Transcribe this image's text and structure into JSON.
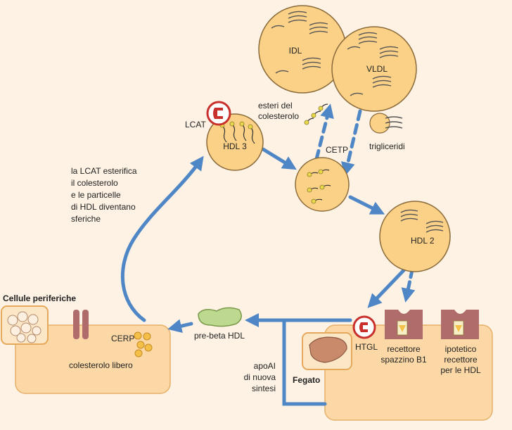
{
  "labels": {
    "idl": "IDL",
    "vldl": "VLDL",
    "esteri_line1": "esteri del",
    "esteri_line2": "colesterolo",
    "trigliceridi": "trigliceridi",
    "cetp": "CETP",
    "lcat": "LCAT",
    "hdl3": "HDL 3",
    "hdl2": "HDL 2",
    "lcat_note": [
      "la LCAT esterifica",
      "il colesterolo",
      "e le particelle",
      "di HDL diventano",
      "sferiche"
    ],
    "cellule_periferiche": "Cellule periferiche",
    "cerp": "CERP",
    "colesterolo_libero": "colesterolo libero",
    "pre_beta_hdl": "pre-beta HDL",
    "apoai": [
      "apoAI",
      "di nuova",
      "sintesi"
    ],
    "fegato": "Fegato",
    "htgl": "HTGL",
    "recettore_b1": [
      "recettore",
      "spazzino B1"
    ],
    "recettore_hdl": [
      "ipotetico",
      "recettore",
      "per le HDL"
    ]
  },
  "colors": {
    "background": "#fdf2e3",
    "particle": "#fbd187",
    "cell_panel": "#fbd8a6",
    "arrow": "#4f86c6",
    "receptor": "#b06b6b",
    "lcat_enzyme": "#c9302c",
    "pre_beta": "#bcd98f",
    "liver": "#c9896b",
    "lipid_head": "#e8d84a"
  }
}
